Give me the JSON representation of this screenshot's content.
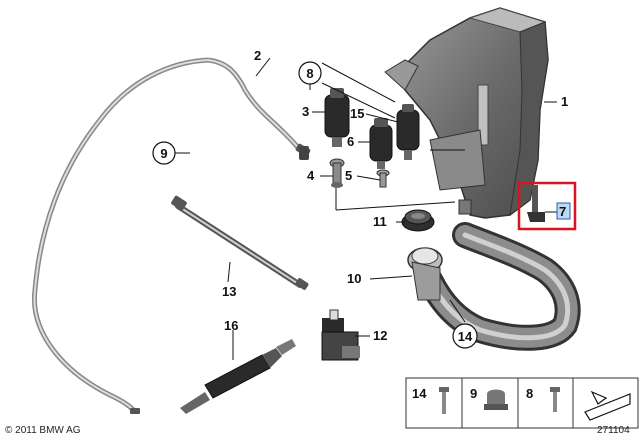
{
  "callouts": {
    "c1": "1",
    "c2": "2",
    "c3": "3",
    "c4": "4",
    "c5": "5",
    "c6": "6",
    "c7": "7",
    "c8": "8",
    "c9": "9",
    "c10": "10",
    "c11": "11",
    "c12": "12",
    "c13": "13",
    "c14": "14",
    "c15": "15",
    "c16": "16"
  },
  "legend": {
    "items": [
      "14",
      "9",
      "8"
    ]
  },
  "footer": {
    "copyright": "© 2011 BMW AG",
    "diagram_id": "271104"
  },
  "colors": {
    "highlight_frame": "#d9141e",
    "highlight_fill": "#bcd8f5",
    "part_dark": "#2a2a2a",
    "part_mid": "#7a7a7a",
    "part_light": "#c8c8c8"
  }
}
